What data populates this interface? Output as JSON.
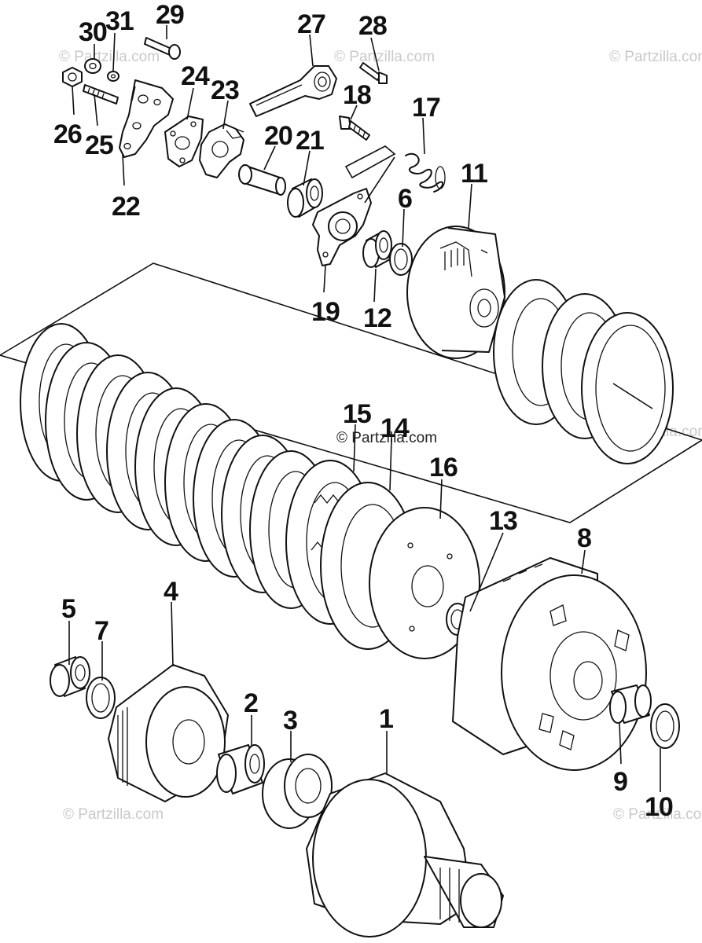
{
  "watermark": {
    "text": "© Partzilla.com",
    "center_text": "© Partzilla.com"
  },
  "callouts": [
    {
      "id": "1",
      "label": "1"
    },
    {
      "id": "2",
      "label": "2"
    },
    {
      "id": "3",
      "label": "3"
    },
    {
      "id": "4",
      "label": "4"
    },
    {
      "id": "5",
      "label": "5"
    },
    {
      "id": "6",
      "label": "6"
    },
    {
      "id": "7",
      "label": "7"
    },
    {
      "id": "8",
      "label": "8"
    },
    {
      "id": "9",
      "label": "9"
    },
    {
      "id": "10",
      "label": "10"
    },
    {
      "id": "11",
      "label": "11"
    },
    {
      "id": "12",
      "label": "12"
    },
    {
      "id": "13",
      "label": "13"
    },
    {
      "id": "14",
      "label": "14"
    },
    {
      "id": "15",
      "label": "15"
    },
    {
      "id": "16",
      "label": "16"
    },
    {
      "id": "17",
      "label": "17"
    },
    {
      "id": "18",
      "label": "18"
    },
    {
      "id": "19",
      "label": "19"
    },
    {
      "id": "20",
      "label": "20"
    },
    {
      "id": "21",
      "label": "21"
    },
    {
      "id": "22",
      "label": "22"
    },
    {
      "id": "23",
      "label": "23"
    },
    {
      "id": "24",
      "label": "24"
    },
    {
      "id": "25",
      "label": "25"
    },
    {
      "id": "26",
      "label": "26"
    },
    {
      "id": "27",
      "label": "27"
    },
    {
      "id": "28",
      "label": "28"
    },
    {
      "id": "29",
      "label": "29"
    },
    {
      "id": "30",
      "label": "30"
    },
    {
      "id": "31",
      "label": "31"
    }
  ]
}
